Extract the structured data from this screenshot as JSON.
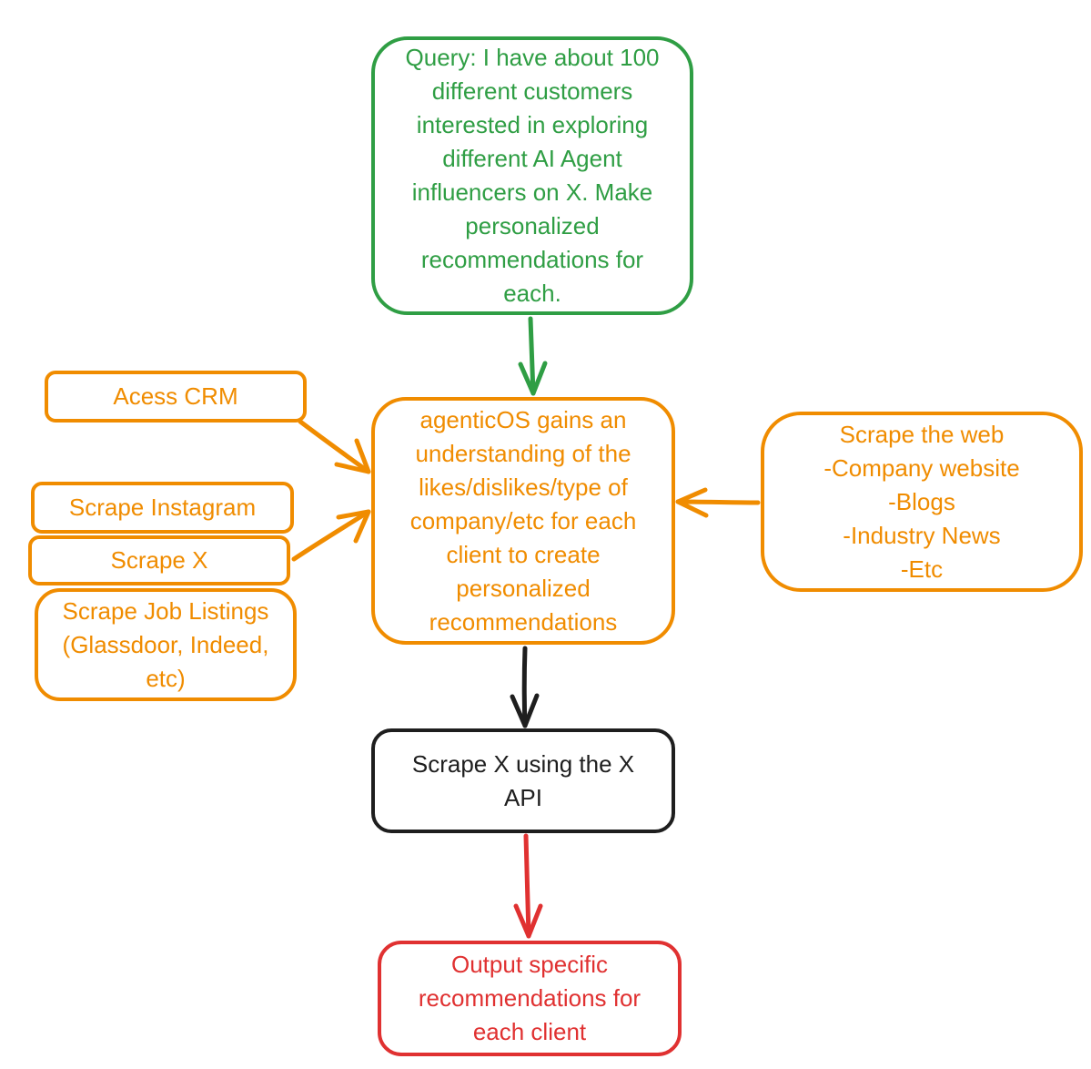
{
  "colors": {
    "green": "#2f9e44",
    "orange": "#f08c00",
    "black": "#1e1e1e",
    "red": "#e03131"
  },
  "nodes": {
    "query": "Query: I have about 100\ndifferent customers\ninterested in exploring\ndifferent AI Agent\ninfluencers on X. Make\npersonalized\nrecommendations for\neach.",
    "agentic": "agenticOS gains an\nunderstanding of the\nlikes/dislikes/type of\ncompany/etc for each\nclient to create\npersonalized\nrecommendations",
    "web": "Scrape the web\n-Company website\n-Blogs\n-Industry News\n-Etc",
    "crm": "Acess CRM",
    "instagram": "Scrape Instagram",
    "scrape_x": "Scrape X",
    "jobs": "Scrape Job Listings\n(Glassdoor, Indeed,\netc)",
    "x_api": "Scrape X using the X\nAPI",
    "output": "Output specific\nrecommendations for\neach client"
  }
}
